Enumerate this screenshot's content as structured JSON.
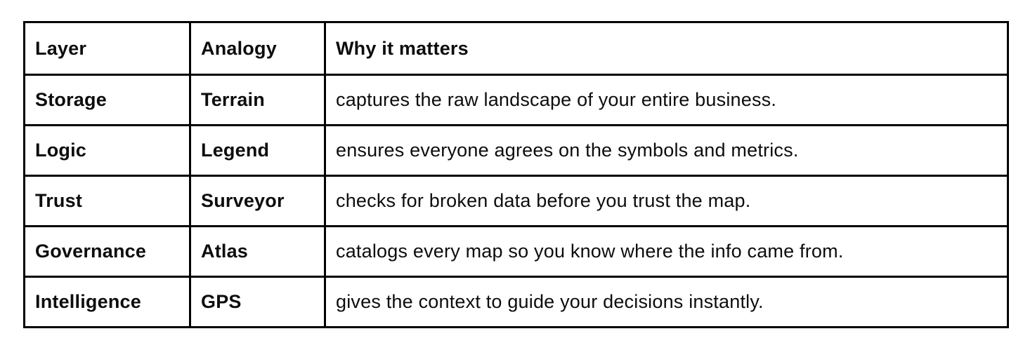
{
  "colors": {
    "background": "#ffffff",
    "border": "#000000",
    "text": "#0d0d0d"
  },
  "table": {
    "columns": [
      {
        "label": "Layer"
      },
      {
        "label": "Analogy"
      },
      {
        "label": "Why it matters"
      }
    ],
    "rows": [
      {
        "layer": "Storage",
        "analogy": "Terrain",
        "why": "captures the raw landscape of your entire business."
      },
      {
        "layer": "Logic",
        "analogy": "Legend",
        "why": "ensures everyone agrees on the symbols and metrics."
      },
      {
        "layer": "Trust",
        "analogy": "Surveyor",
        "why": "checks for broken data before you trust the map."
      },
      {
        "layer": "Governance",
        "analogy": "Atlas",
        "why": "catalogs every map so you know where the info came from."
      },
      {
        "layer": "Intelligence",
        "analogy": "GPS",
        "why": "gives the context to guide your decisions instantly."
      }
    ]
  }
}
